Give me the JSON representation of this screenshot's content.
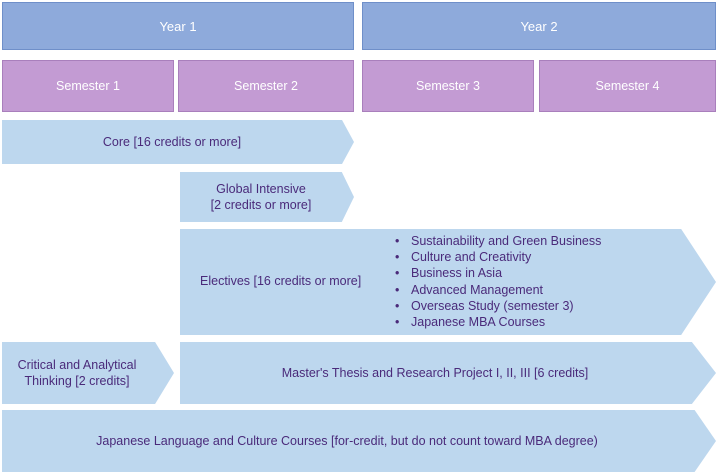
{
  "header": {
    "years": [
      "Year 1",
      "Year 2"
    ],
    "semesters": [
      "Semester 1",
      "Semester 2",
      "Semester 3",
      "Semester 4"
    ]
  },
  "rows": {
    "core": "Core [16 credits or more]",
    "global_line1": "Global Intensive",
    "global_line2": "[2 credits or more]",
    "electives": "Electives [16 credits or more]",
    "electives_items": [
      "Sustainability and Green Business",
      "Culture and Creativity",
      "Business in Asia",
      "Advanced Management",
      "Overseas Study (semester 3)",
      "Japanese MBA Courses"
    ],
    "critical_line1": "Critical and Analytical",
    "critical_line2": "Thinking [2 credits]",
    "thesis": "Master's Thesis and Research Project I, II, III [6 credits]",
    "japanese": "Japanese Language and Culture Courses [for-credit, but do not count toward MBA degree)"
  },
  "colors": {
    "year_fill": "#8eaadb",
    "semester_fill": "#c39bd3",
    "arrow_fill": "#bdd7ee",
    "arrow_text": "#4a2a7a"
  }
}
